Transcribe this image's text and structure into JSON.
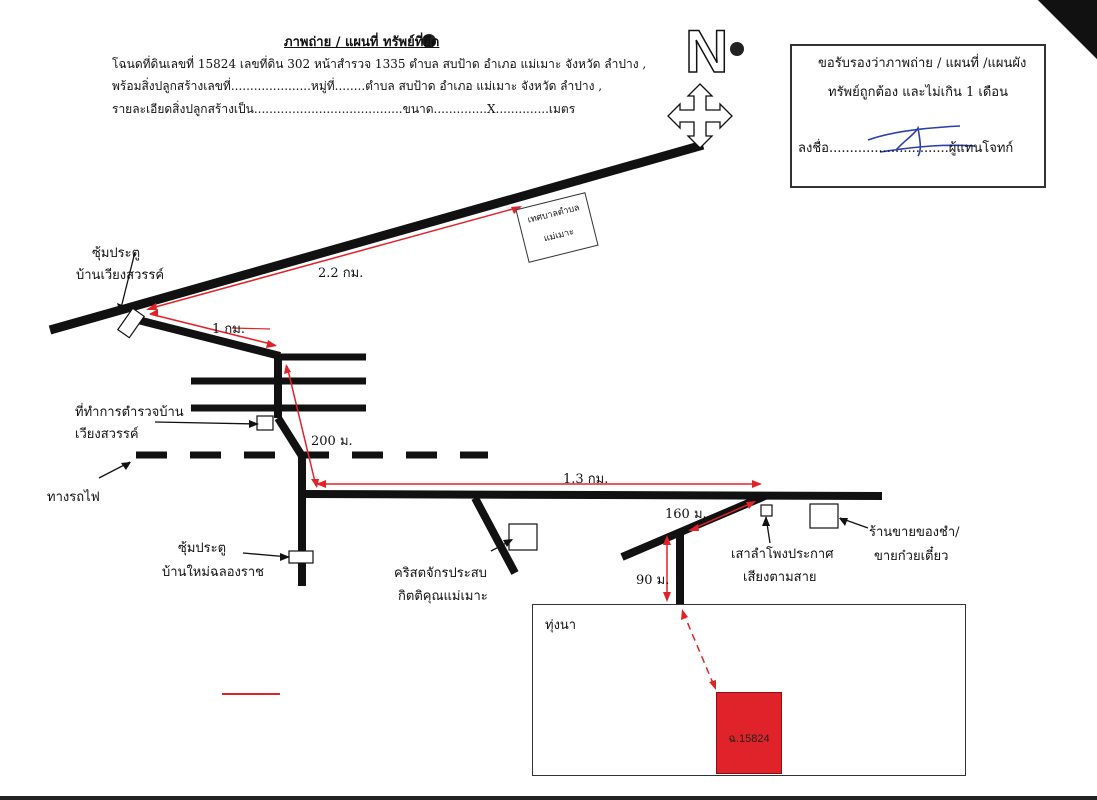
{
  "header": {
    "title": "ภาพถ่าย / แผนที่ ทรัพย์ที่ยึด",
    "line1": "โฉนดที่ดินเลขที่ 15824 เลขที่ดิน 302 หน้าสำรวจ 1335 ตำบล สบป้าด อำเภอ แม่เมาะ จังหวัด ลำปาง ,",
    "line2": "พร้อมสิ่งปลูกสร้างเลขที่.....................หมู่ที่........ตำบล สบป้าด อำเภอ แม่เมาะ จังหวัด ลำปาง ,",
    "line3": "รายละเอียดสิ่งปลูกสร้างเป็น.......................................ขนาด..............X..............เมตร"
  },
  "certification": {
    "line1": "ขอรับรองว่าภาพถ่าย / แผนที่ /แผนผัง",
    "line2": "ทรัพย์ถูกต้อง และไม่เกิน 1 เดือน",
    "sign_label": "ลงชื่อ.............................ผู้แทนโจทก์"
  },
  "compass": {
    "letter": "N"
  },
  "labels": {
    "gate_wiang_sawan_1": "ซุ้มประตู",
    "gate_wiang_sawan_2": "บ้านเวียงสวรรค์",
    "municipal_1": "เทศบาลตำบล",
    "municipal_2": "แม่เมาะ",
    "police_1": "ที่ทำการตำรวจบ้าน",
    "police_2": "เวียงสวรรค์",
    "railway": "ทางรถไฟ",
    "gate_mai_1": "ซุ้มประตู",
    "gate_mai_2": "บ้านใหม่ฉลองราช",
    "church_1": "คริสตจักรประสบ",
    "church_2": "กิตติคุณแม่เมาะ",
    "pole_1": "เสาลำโพงประกาศ",
    "pole_2": "เสียงตามสาย",
    "shop_1": "ร้านขายของชำ/",
    "shop_2": "ขายก๋วยเตี๋ยว",
    "field": "ทุ่งนา",
    "plot": "ฉ.15824"
  },
  "distances": {
    "d1": "2.2 กม.",
    "d2": "1 กม.",
    "d3": "200 ม.",
    "d4": "1.3 กม.",
    "d5": "160 ม.",
    "d6": "90 ม."
  },
  "colors": {
    "road": "#111111",
    "arrow": "#e0232a",
    "plot": "#e0232a"
  }
}
